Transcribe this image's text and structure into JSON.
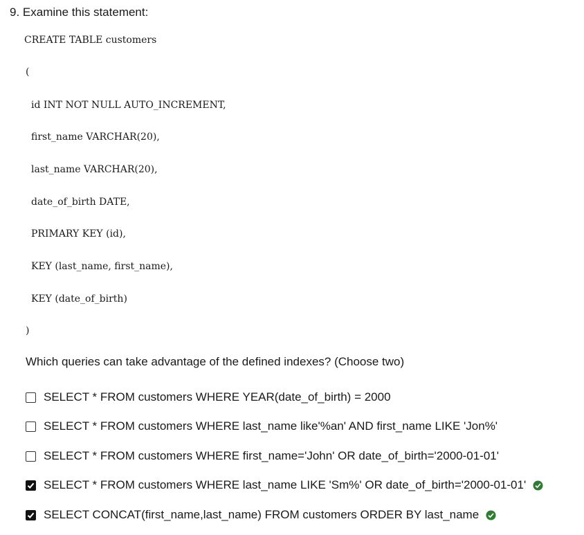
{
  "question": {
    "number": "9.",
    "stem": "Examine this statement:"
  },
  "code_lines": [
    "CREATE TABLE customers",
    "(",
    "id INT NOT NULL AUTO_INCREMENT,",
    "first_name VARCHAR(20),",
    "last_name VARCHAR(20),",
    "date_of_birth DATE,",
    "PRIMARY KEY (id),",
    "KEY (last_name, first_name),",
    "KEY (date_of_birth)",
    ")"
  ],
  "prompt": "Which queries can take advantage of the defined indexes? (Choose two)",
  "options": [
    {
      "text": "SELECT * FROM customers WHERE YEAR(date_of_birth) = 2000",
      "checked": false,
      "correct": false
    },
    {
      "text": "SELECT * FROM customers WHERE last_name like'%an' AND first_name LIKE 'Jon%'",
      "checked": false,
      "correct": false
    },
    {
      "text": "SELECT * FROM customers WHERE first_name='John' OR date_of_birth='2000-01-01'",
      "checked": false,
      "correct": false
    },
    {
      "text": "SELECT * FROM customers WHERE last_name LIKE 'Sm%' OR date_of_birth='2000-01-01'",
      "checked": true,
      "correct": true
    },
    {
      "text": "SELECT CONCAT(first_name,last_name) FROM customers ORDER BY last_name",
      "checked": true,
      "correct": true
    }
  ],
  "colors": {
    "correct_indicator": "#2e7d32",
    "checkbox_fill": "#111111"
  }
}
